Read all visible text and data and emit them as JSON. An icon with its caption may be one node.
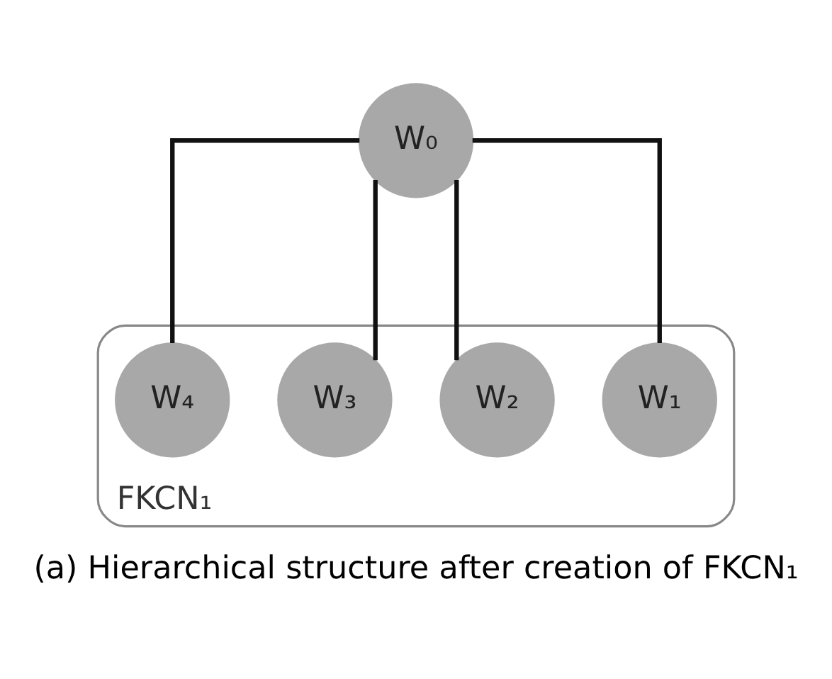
{
  "diagram": {
    "caption": "(a) Hierarchical structure after creation of FKCN₁",
    "nodes": [
      {
        "text": [
          "W₀"
        ]
      },
      {
        "text": [
          "FKCN₁"
        ]
      },
      {
        "text": [
          "W₁"
        ],
        "in": 1
      },
      {
        "text": [
          "W₂"
        ],
        "in": 1
      },
      {
        "text": [
          "W₃"
        ],
        "in": 1
      },
      {
        "text": [
          "W₄"
        ],
        "in": 1
      }
    ],
    "edges": [
      {
        "from": 0,
        "to": 2,
        "arrow": "none"
      },
      {
        "from": 0,
        "to": 3,
        "arrow": "none"
      },
      {
        "from": 0,
        "to": 4,
        "arrow": "none"
      },
      {
        "from": 0,
        "to": 5,
        "arrow": "none"
      }
    ]
  }
}
